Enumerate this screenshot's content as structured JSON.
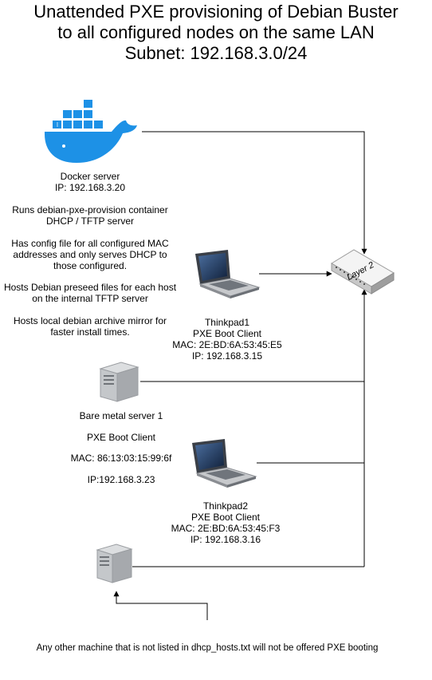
{
  "title": {
    "line1": "Unattended PXE provisioning of Debian Buster",
    "line2": "to all configured nodes on the same LAN",
    "line3": "Subnet: 192.168.3.0/24"
  },
  "switch": {
    "label": "Layer 2"
  },
  "docker": {
    "name": "Docker server",
    "ip": "IP: 192.168.3.20",
    "desc1a": "Runs debian-pxe-provision container",
    "desc1b": "DHCP / TFTP server",
    "desc2a": "Has config file for all configured MAC",
    "desc2b": "addresses and only serves DHCP to",
    "desc2c": "those configured.",
    "desc3a": "Hosts Debian preseed files for each host",
    "desc3b": "on the internal TFTP server",
    "desc4a": "Hosts local debian archive mirror for",
    "desc4b": "faster install times."
  },
  "thinkpad1": {
    "name": "Thinkpad1",
    "role": "PXE Boot Client",
    "mac": "MAC: 2E:BD:6A:53:45:E5",
    "ip": "IP:  192.168.3.15"
  },
  "baremetal": {
    "name": "Bare metal server 1",
    "role": "PXE Boot Client",
    "mac": "MAC: 86:13:03:15:99:6f",
    "ip": "IP:192.168.3.23"
  },
  "thinkpad2": {
    "name": "Thinkpad2",
    "role": "PXE Boot Client",
    "mac": "MAC: 2E:BD:6A:53:45:F3",
    "ip": "IP:  192.168.3.16"
  },
  "other": {
    "note": "Any other machine that is not listed in dhcp_hosts.txt will not be offered PXE booting"
  },
  "colors": {
    "docker_blue": "#1d91e6",
    "laptop_dark": "#3a3f47",
    "server_gray": "#b9bcc0"
  }
}
